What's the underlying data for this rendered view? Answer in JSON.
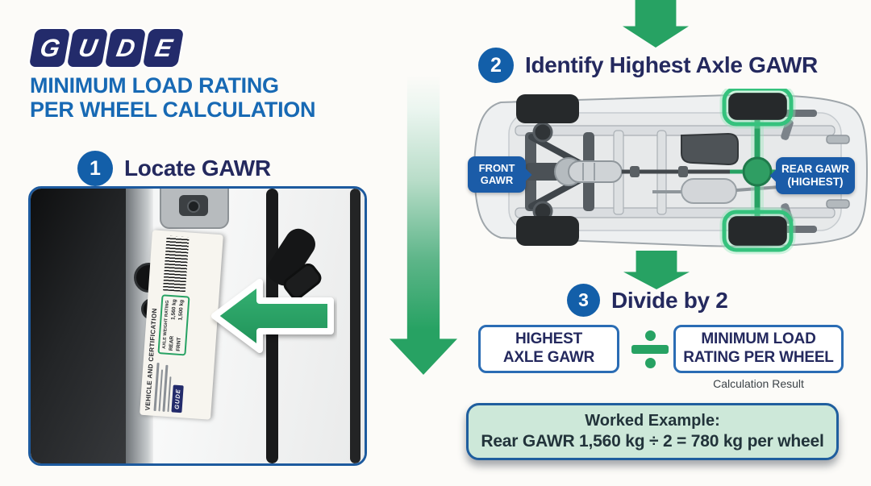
{
  "colors": {
    "green": "#27a263",
    "navy_text": "#24295e",
    "title_blue": "#1769b4",
    "circle_blue": "#135fa9",
    "badge_blue": "#1b5ca8",
    "box_border_blue": "#2a6cb4",
    "mint_bg": "#cde8d9",
    "logo_navy": "#232b6b"
  },
  "logo": {
    "letters": [
      "G",
      "U",
      "D",
      "E"
    ]
  },
  "header": {
    "title_line1": "MINIMUM LOAD RATING",
    "title_line2": "PER WHEEL CALCULATION"
  },
  "step1": {
    "number": "1",
    "title": "Locate GAWR"
  },
  "step2": {
    "number": "2",
    "title": "Identify Highest Axle GAWR"
  },
  "step3": {
    "number": "3",
    "title": "Divide by 2"
  },
  "photo": {
    "label": {
      "header": "VEHICLE AND CERTIFICATION",
      "brand": "GUDE",
      "rating_title": "AXLE WEIGHT RATING",
      "rows": [
        {
          "axle": "REAR",
          "value": "1,560 kg"
        },
        {
          "axle": "FRNT",
          "value": "1,500 kg"
        }
      ]
    }
  },
  "diagram": {
    "front_badge_line1": "FRONT",
    "front_badge_line2": "GAWR",
    "rear_badge_line1": "REAR GAWR",
    "rear_badge_line2": "(HIGHEST)"
  },
  "calculation": {
    "left_box_line1": "HIGHEST",
    "left_box_line2": "AXLE GAWR",
    "right_box_line1": "MINIMUM LOAD",
    "right_box_line2": "RATING PER WHEEL",
    "result_caption": "Calculation Result"
  },
  "example": {
    "title": "Worked Example:",
    "formula": "Rear GAWR 1,560 kg ÷ 2 = 780 kg per wheel"
  }
}
